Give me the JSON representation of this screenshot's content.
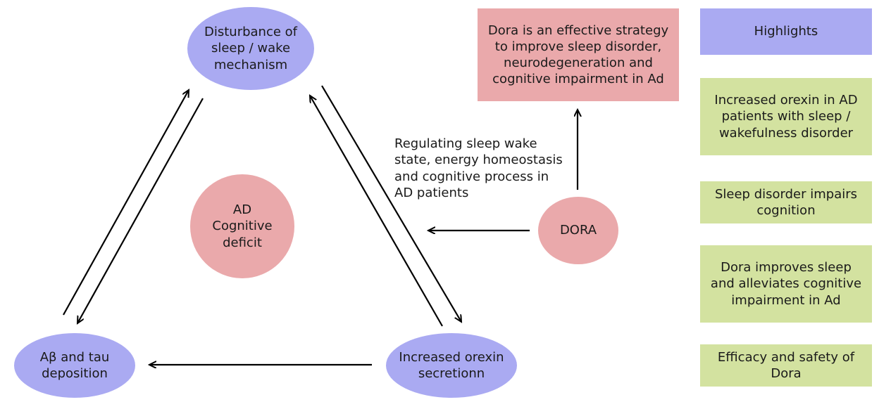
{
  "nodes": {
    "sleep": "Disturbance of sleep / wake mechanism",
    "ad_deficit": "AD\nCognitive\ndeficit",
    "abeta": "Aβ and tau\ndeposition",
    "orexin": "Increased orexin\nsecretionn",
    "dora": "DORA",
    "dora_effect": "Dora is an effective strategy to improve sleep disorder, neurodegeneration and cognitive impairment in Ad"
  },
  "regulating_label": "Regulating sleep wake\nstate, energy homeostasis\nand cognitive process in\nAD patients",
  "highlights": {
    "title": "Highlights",
    "items": [
      "Increased orexin in AD patients with sleep / wakefulness disorder",
      "Sleep disorder impairs cognition",
      "Dora improves sleep and alleviates cognitive impairment in Ad",
      "Efficacy and safety of Dora"
    ]
  },
  "colors": {
    "ellipse_blue": "#aaaaf2",
    "pink": "#eaa9ab",
    "green": "#d3e2a0",
    "arrow": "#000000"
  }
}
